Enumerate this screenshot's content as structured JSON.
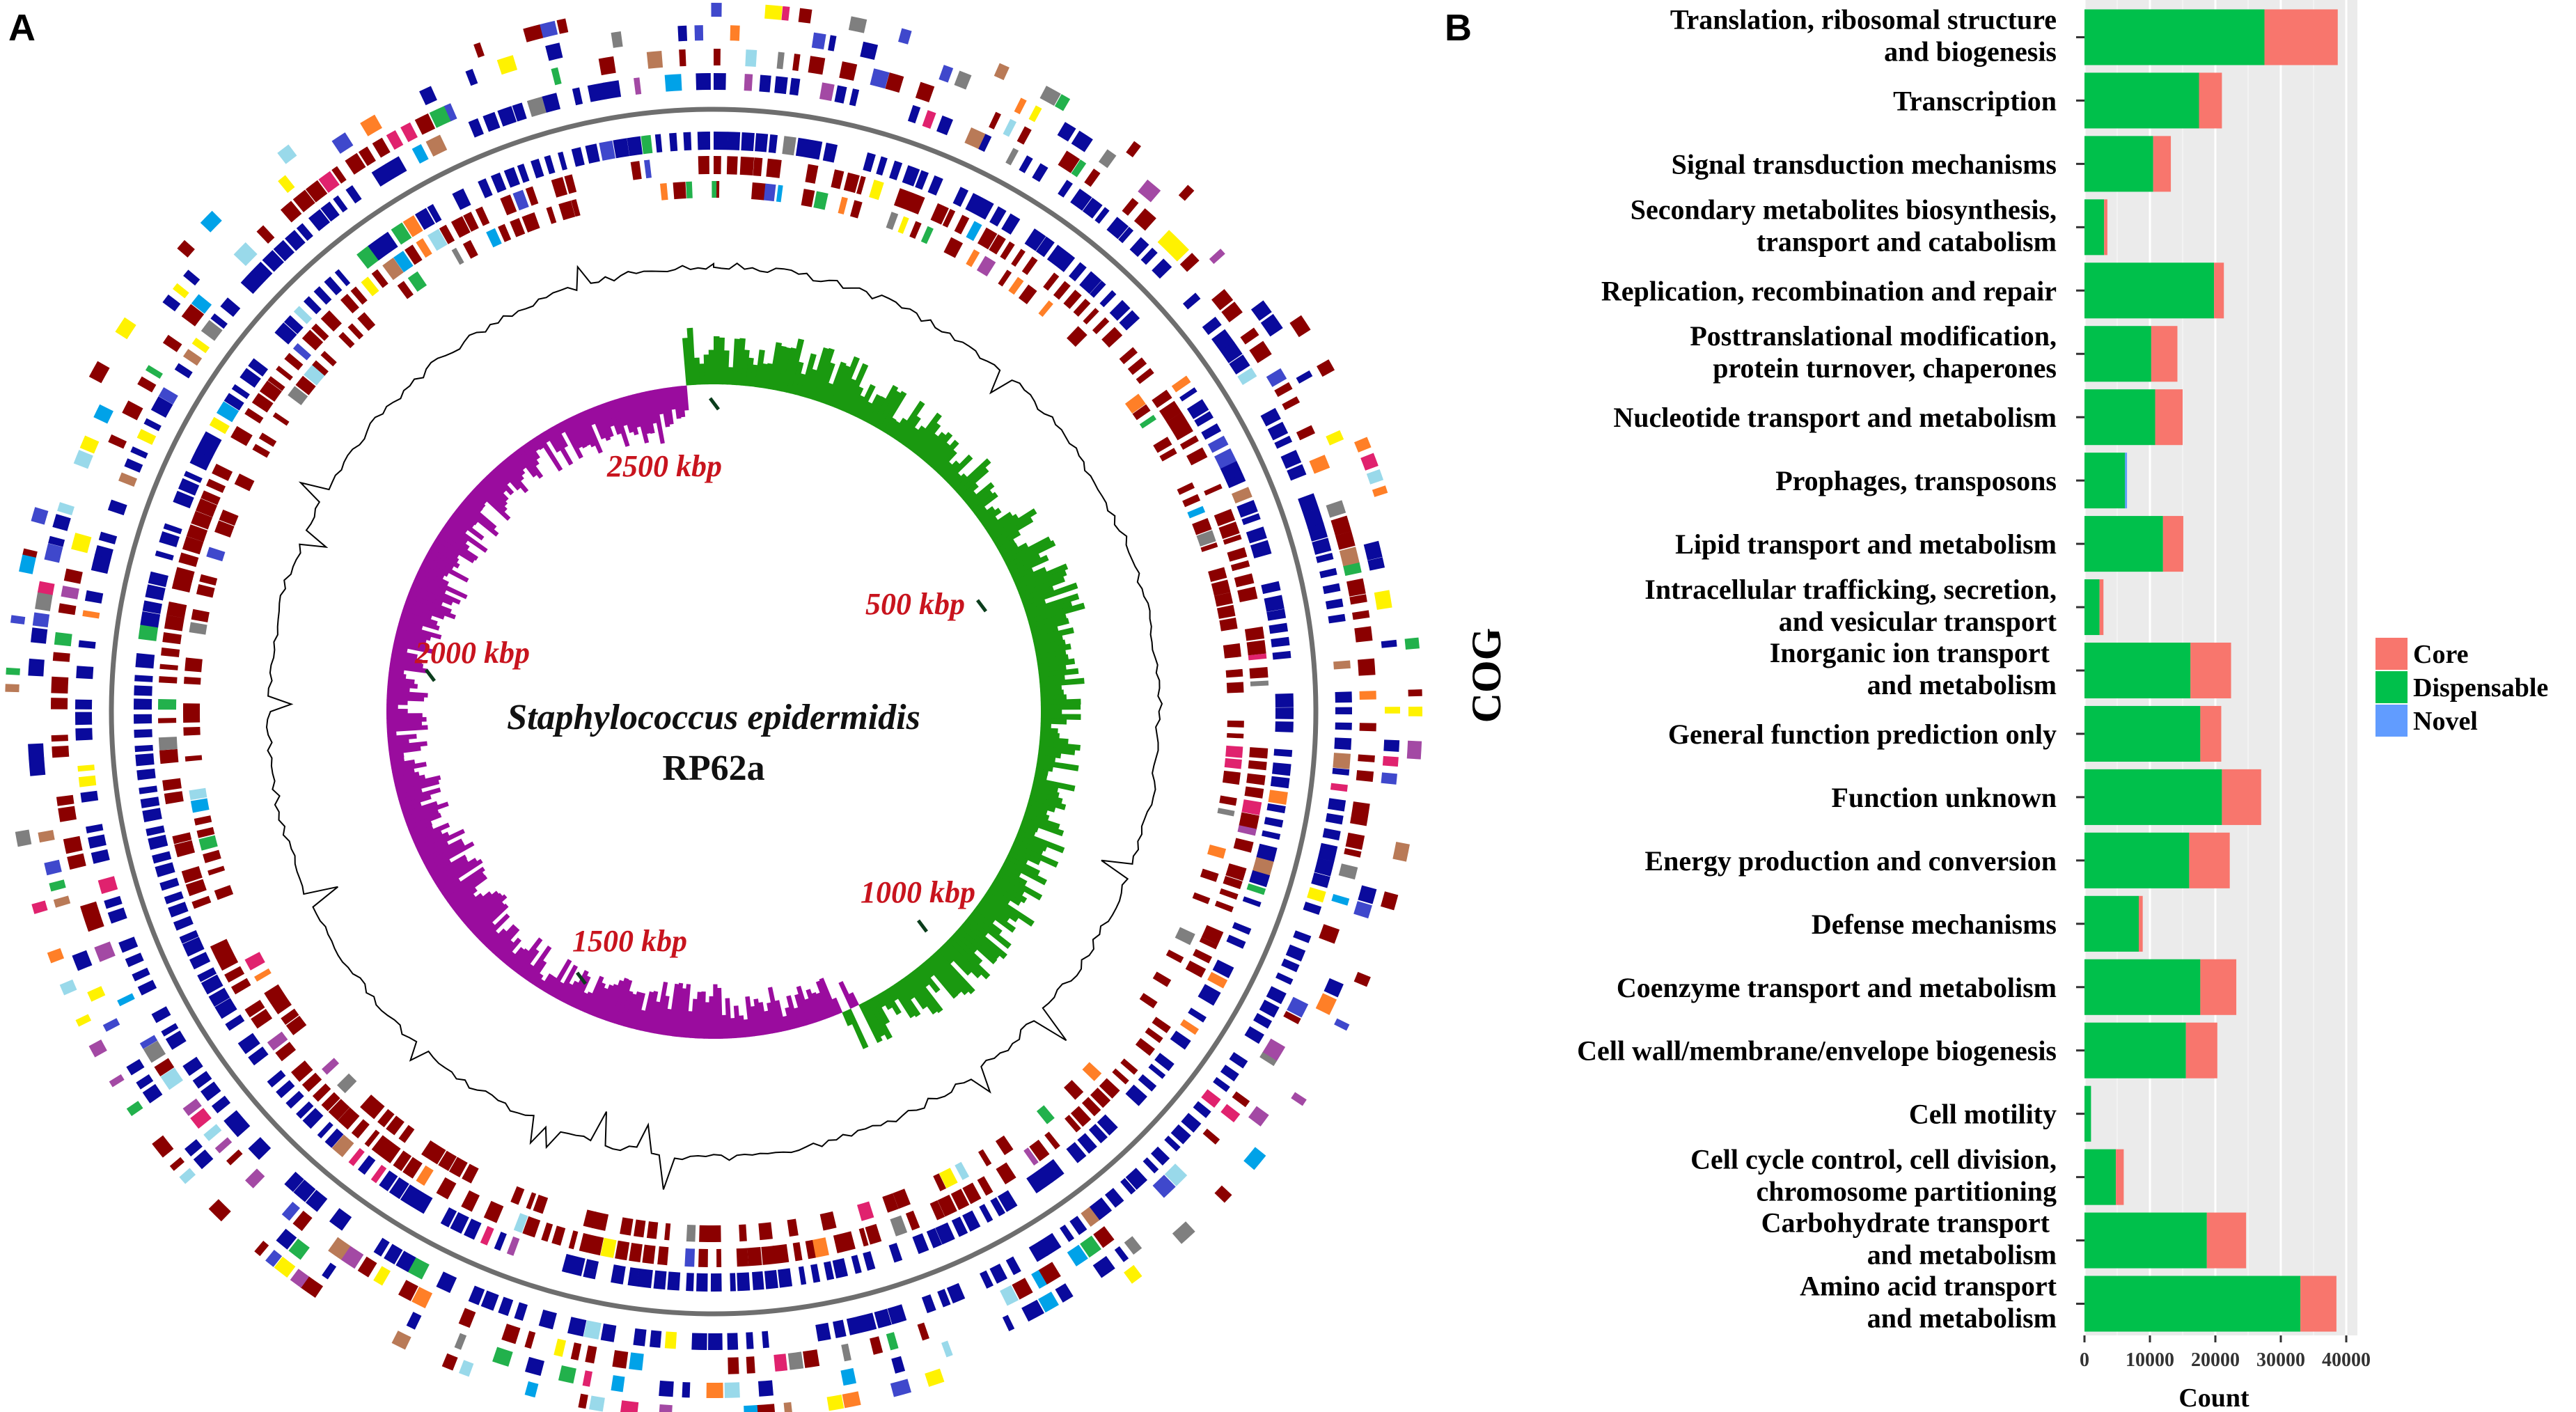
{
  "panel_a": {
    "letter": "A",
    "species": "Staphylococcus epidermidis",
    "strain": "RP62a",
    "kbp_labels": [
      "500 kbp",
      "1000 kbp",
      "1500 kbp",
      "2000 kbp",
      "2500 kbp"
    ]
  },
  "panel_b": {
    "letter": "B",
    "legend": {
      "items": [
        {
          "label": "Core",
          "color": "#f8766d"
        },
        {
          "label": "Dispensable",
          "color": "#00c04b"
        },
        {
          "label": "Novel",
          "color": "#619cff"
        }
      ]
    }
  },
  "chart_data": {
    "type": "bar",
    "orientation": "horizontal",
    "stacked": true,
    "title": "",
    "xlabel": "Count",
    "ylabel": "COG",
    "xlim": [
      0,
      40000
    ],
    "xticks": [
      "0",
      "10000",
      "20000",
      "30000",
      "40000"
    ],
    "xtick_values": [
      0,
      10000,
      20000,
      30000,
      40000
    ],
    "grid": true,
    "legend_position": "right",
    "categories": [
      "Translation, ribosomal structure|and biogenesis",
      "Transcription",
      "Signal transduction mechanisms",
      "Secondary metabolites biosynthesis,|transport and catabolism",
      "Replication, recombination and repair",
      "Posttranslational modification,|protein turnover, chaperones",
      "Nucleotide transport and metabolism",
      "Prophages, transposons",
      "Lipid transport and metabolism",
      "Intracellular trafficking, secretion,|and vesicular transport",
      "Inorganic ion transport |and metabolism",
      "General function prediction only",
      "Function unknown",
      "Energy production and conversion",
      "Defense mechanisms",
      "Coenzyme transport and metabolism",
      "Cell wall/membrane/envelope biogenesis",
      "Cell motility",
      "Cell cycle control, cell division,|chromosome partitioning",
      "Carbohydrate transport |and metabolism",
      "Amino acid transport|and metabolism"
    ],
    "series": [
      {
        "name": "Dispensable",
        "color": "#00c04b",
        "values": [
          27500,
          17500,
          10500,
          3000,
          19800,
          10200,
          10800,
          6200,
          12000,
          2300,
          16200,
          17700,
          21000,
          16000,
          8300,
          17700,
          15500,
          1000,
          4800,
          18700,
          33000
        ]
      },
      {
        "name": "Core",
        "color": "#f8766d",
        "values": [
          11200,
          3500,
          2700,
          500,
          1500,
          4000,
          4200,
          0,
          3100,
          600,
          6200,
          3200,
          6000,
          6200,
          600,
          5500,
          4800,
          0,
          1200,
          6000,
          5500
        ]
      },
      {
        "name": "Novel",
        "color": "#619cff",
        "values": [
          0,
          0,
          0,
          0,
          0,
          0,
          0,
          300,
          0,
          0,
          0,
          0,
          0,
          0,
          0,
          0,
          0,
          0,
          0,
          0,
          0
        ]
      }
    ]
  }
}
